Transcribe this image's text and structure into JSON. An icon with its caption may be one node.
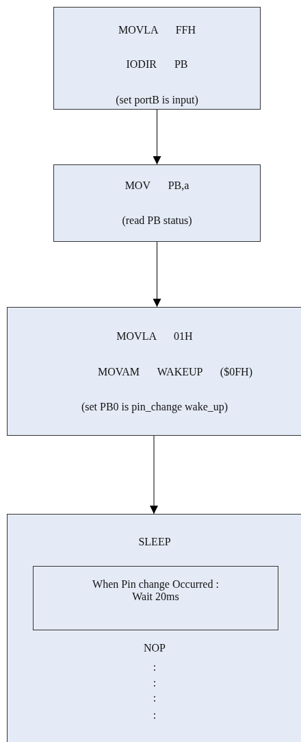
{
  "diagram": {
    "nodes": [
      {
        "text": [
          "MOVLA FFH",
          "IODIR PB",
          "(set portB is input)"
        ]
      },
      {
        "text": [
          "MOV PB,a",
          "(read PB status)"
        ]
      },
      {
        "text": [
          "MOVLA 01H",
          "MOVAM WAKEUP ($0FH)",
          "(set PB0 is pin_change wake_up)"
        ]
      },
      {
        "text": [
          "SLEEP",
          "NOP",
          ":",
          ":",
          ":",
          ":"
        ]
      },
      {
        "text": [
          "When Pin change Occurred : Wait 20ms"
        ],
        "in": 3
      }
    ],
    "edges": [
      {
        "from": 0,
        "to": 1,
        "arrow": "to"
      },
      {
        "from": 1,
        "to": 2,
        "arrow": "to"
      },
      {
        "from": 2,
        "to": 3,
        "arrow": "to"
      }
    ]
  }
}
